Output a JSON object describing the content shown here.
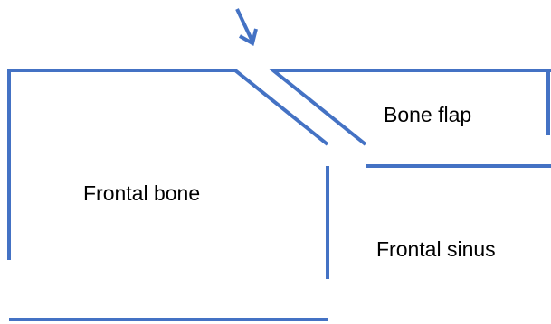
{
  "diagram": {
    "labels": {
      "bone_flap": "Bone flap",
      "frontal_bone": "Frontal bone",
      "frontal_sinus": "Frontal sinus"
    },
    "line_color": "#4472C4",
    "icons": {
      "arrow": "arrow-down-right-icon"
    }
  }
}
